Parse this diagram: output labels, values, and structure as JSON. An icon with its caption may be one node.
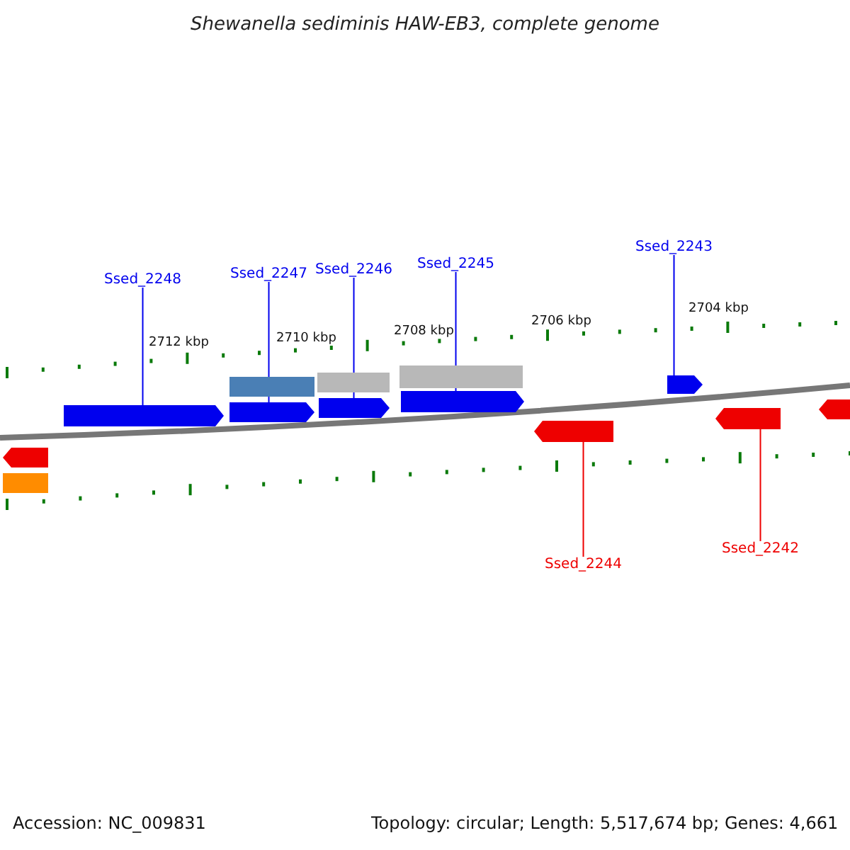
{
  "diagram": {
    "title": "Shewanella sediminis HAW-EB3, complete genome",
    "nodes": [
      {
        "text": [
          "Ssed_2248"
        ]
      },
      {
        "text": [
          "Ssed_2247"
        ]
      },
      {
        "text": [
          "Ssed_2246"
        ]
      },
      {
        "text": [
          "Ssed_2245"
        ]
      },
      {
        "text": [
          "Ssed_2243"
        ]
      },
      {
        "text": [
          "Ssed_2244"
        ]
      },
      {
        "text": [
          "Ssed_2242"
        ]
      },
      {
        "text": [],
        "shape": "pentagon"
      },
      {
        "text": [],
        "shape": "pentagon"
      },
      {
        "text": [],
        "shape": "bar"
      },
      {
        "text": [],
        "shape": "pentagon"
      },
      {
        "text": [],
        "shape": "bar"
      },
      {
        "text": [],
        "shape": "pentagon"
      },
      {
        "text": [],
        "shape": "bar"
      },
      {
        "text": [],
        "shape": "pentagon"
      },
      {
        "text": [],
        "shape": "pentagon"
      },
      {
        "text": [],
        "shape": "pentagon"
      },
      {
        "text": [],
        "shape": "pentagon"
      },
      {
        "text": [],
        "shape": "pentagon"
      },
      {
        "text": [],
        "shape": "bar"
      }
    ],
    "edges": [
      {
        "from": 0,
        "to": 7,
        "arrow": "none"
      },
      {
        "from": 1,
        "to": 8,
        "arrow": "none"
      },
      {
        "from": 2,
        "to": 10,
        "arrow": "none"
      },
      {
        "from": 3,
        "to": 12,
        "arrow": "none"
      },
      {
        "from": 4,
        "to": 14,
        "arrow": "none"
      },
      {
        "from": 5,
        "to": 15,
        "arrow": "none",
        "color": "#ee0000"
      },
      {
        "from": 6,
        "to": 16,
        "arrow": "none",
        "color": "#ee0000"
      }
    ],
    "labels": [
      "2712 kbp",
      "2710 kbp",
      "2708 kbp",
      "2706 kbp",
      "2704 kbp",
      "Accession: NC_009831",
      "Topology: circular; Length: 5,517,674 bp; Genes: 4,661"
    ]
  }
}
